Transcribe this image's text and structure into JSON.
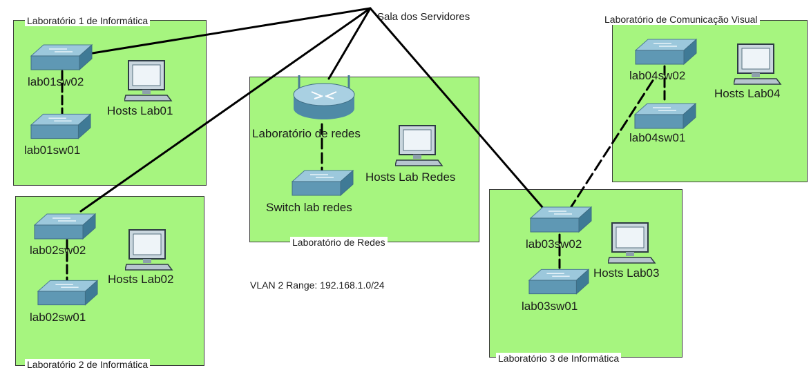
{
  "top_label": "Sala dos Servidores",
  "areas": {
    "lab01": {
      "title": "Laboratório 1 de Informática",
      "sw_top": "lab01sw02",
      "sw_bottom": "lab01sw01",
      "hosts": "Hosts Lab01"
    },
    "lab02": {
      "title": "Laboratório 2 de Informática",
      "sw_top": "lab02sw02",
      "sw_bottom": "lab02sw01",
      "hosts": "Hosts Lab02"
    },
    "redes": {
      "title": "Laboratório de Redes",
      "router": "Laboratório de redes",
      "switch": "Switch lab redes",
      "hosts": "Hosts Lab Redes"
    },
    "lab03": {
      "title": "Laboratório 3 de Informática",
      "sw_top": "lab03sw02",
      "sw_bottom": "lab03sw01",
      "hosts": "Hosts Lab03"
    },
    "lab04": {
      "title": "Laboratório de Comunicação Visual",
      "sw_top": "lab04sw02",
      "sw_bottom": "lab04sw01",
      "hosts": "Hosts Lab04"
    }
  },
  "note": "VLAN 2 Range: 192.168.1.0/24",
  "colors": {
    "area_fill": "#a6f57f",
    "link": "#000000"
  }
}
